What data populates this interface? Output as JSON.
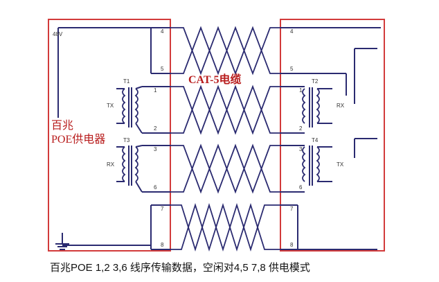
{
  "left_block": {
    "title_line1": "百兆",
    "title_line2": "POE供电器",
    "voltage_label": "48V",
    "pins": [
      "4",
      "5",
      "1",
      "2",
      "3",
      "6",
      "7",
      "8"
    ],
    "transformer_top": {
      "name": "T1",
      "role": "TX"
    },
    "transformer_bottom": {
      "name": "T3",
      "role": "RX"
    }
  },
  "right_block": {
    "pins": [
      "4",
      "5",
      "1",
      "2",
      "3",
      "6",
      "7",
      "8"
    ],
    "transformer_top": {
      "name": "T2",
      "role": "RX"
    },
    "transformer_bottom": {
      "name": "T4",
      "role": "TX"
    }
  },
  "cable_label": "CAT-5电缆",
  "caption": "百兆POE 1,2   3,6 线序传输数据，空闲对4,5  7,8 供电模式"
}
